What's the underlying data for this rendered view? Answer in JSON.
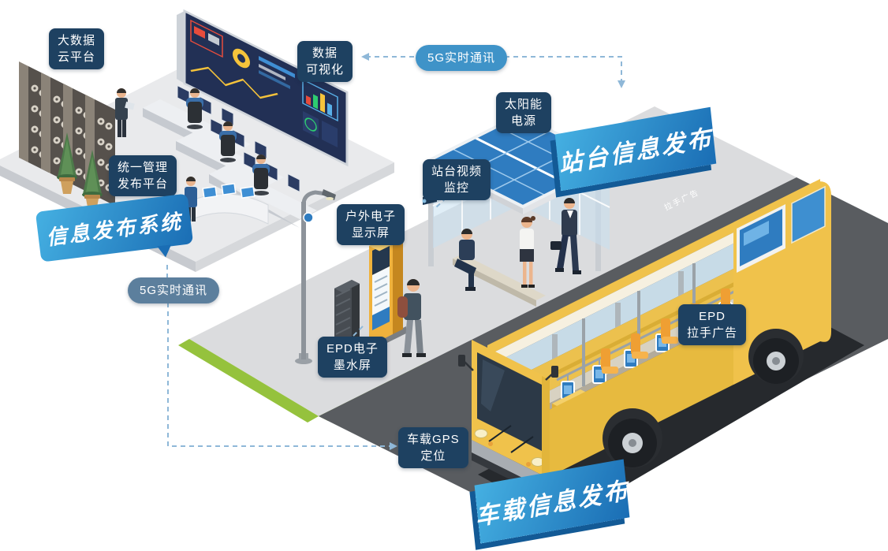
{
  "diagram": {
    "ribbons": {
      "system": "信息发布系统",
      "station": "站台信息发布",
      "vehicle": "车载信息发布"
    },
    "badges": {
      "big_data": {
        "line1": "大数据",
        "line2": "云平台"
      },
      "data_viz": {
        "line1": "数据",
        "line2": "可视化"
      },
      "g5_top": {
        "text": "5G实时通讯"
      },
      "solar": {
        "line1": "太阳能",
        "line2": "电源"
      },
      "station_video": {
        "line1": "站台视频",
        "line2": "监控"
      },
      "unified": {
        "line1": "统一管理",
        "line2": "发布平台"
      },
      "outdoor_display": {
        "line1": "户外电子",
        "line2": "显示屏"
      },
      "g5_left": {
        "text": "5G实时通讯"
      },
      "epd_ink": {
        "line1": "EPD电子",
        "line2": "墨水屏"
      },
      "epd_handle": {
        "line1": "EPD",
        "line2": "拉手广告"
      },
      "gps": {
        "line1": "车载GPS",
        "line2": "定位"
      }
    },
    "bus_note": "拉手广告"
  },
  "colors": {
    "badge_navy": "#1e4161",
    "badge_blue": "#3f93c8",
    "badge_steel": "#5c7f9d",
    "ribbon_light": "#45b0e2",
    "ribbon_dark": "#1a6db4",
    "ribbon_fold": "#135a96",
    "connector": "#8fb8d8",
    "bus_yellow": "#f0c24b",
    "solar_blue": "#2f7cc0",
    "road_gray": "#595c60",
    "grass_green": "#95c23d"
  }
}
